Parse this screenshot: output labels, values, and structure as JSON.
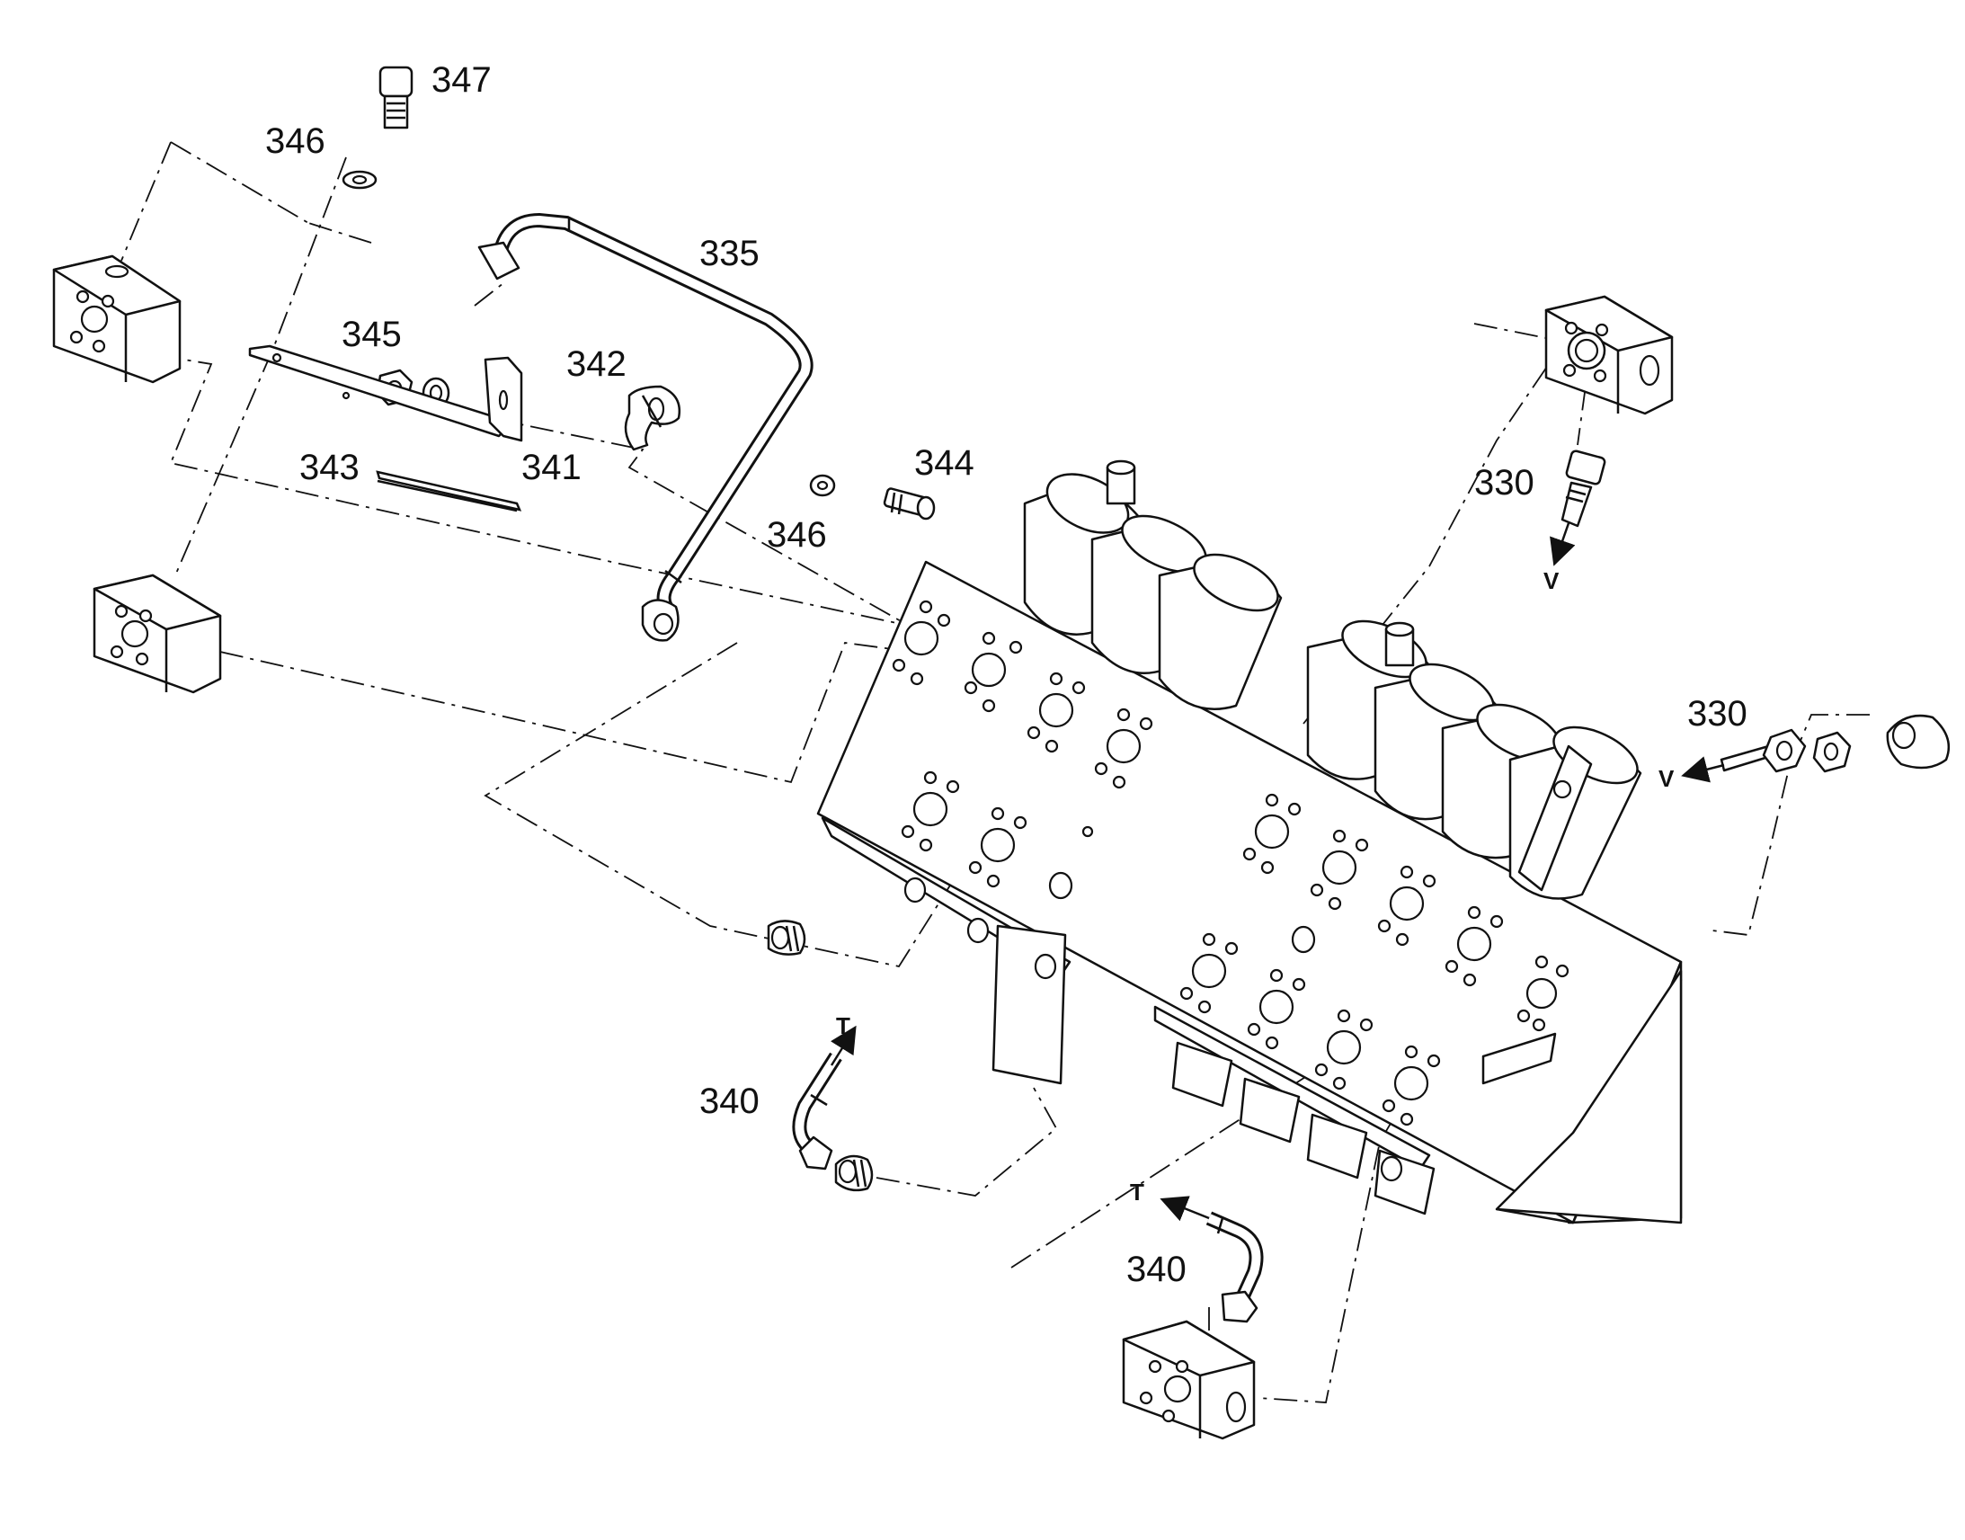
{
  "callouts": {
    "c347": "347",
    "c346_top": "346",
    "c335": "335",
    "c345": "345",
    "c342": "342",
    "c343": "343",
    "c341": "341",
    "c344": "344",
    "c346_mid": "346",
    "c330_top": "330",
    "c330_right": "330",
    "c340_left": "340",
    "c340_bottom": "340"
  },
  "flow_marks": {
    "v_top": "V",
    "v_right": "V",
    "t_left": "T",
    "t_bottom": "T"
  },
  "colors": {
    "line": "#111111",
    "background": "#ffffff"
  }
}
